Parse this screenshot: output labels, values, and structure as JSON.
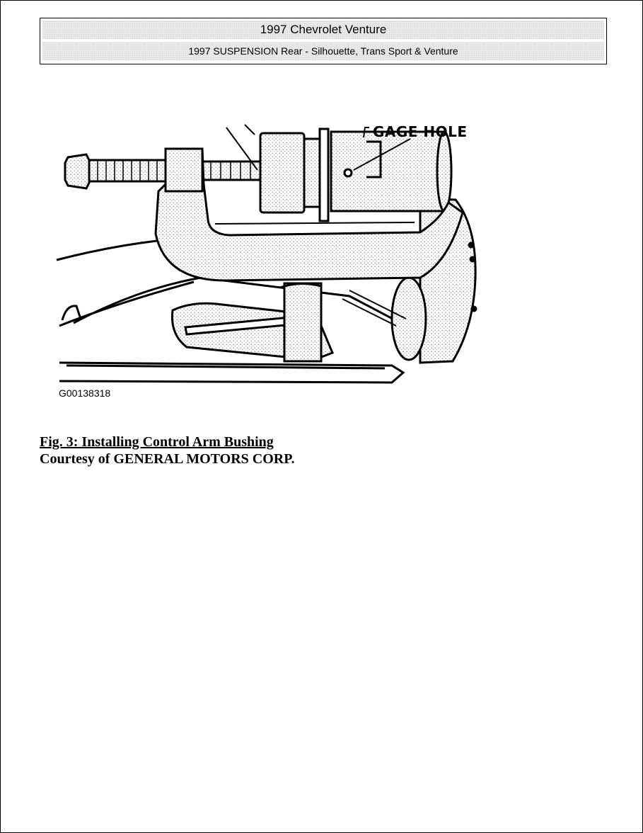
{
  "header": {
    "title": "1997 Chevrolet Venture",
    "subtitle": "1997 SUSPENSION Rear - Silhouette, Trans Sport & Venture"
  },
  "figure": {
    "callout_label": "GAGE HOLE",
    "figure_id": "G00138318"
  },
  "caption": {
    "title": "Fig. 3: Installing Control Arm Bushing",
    "courtesy": "Courtesy of GENERAL MOTORS CORP."
  }
}
